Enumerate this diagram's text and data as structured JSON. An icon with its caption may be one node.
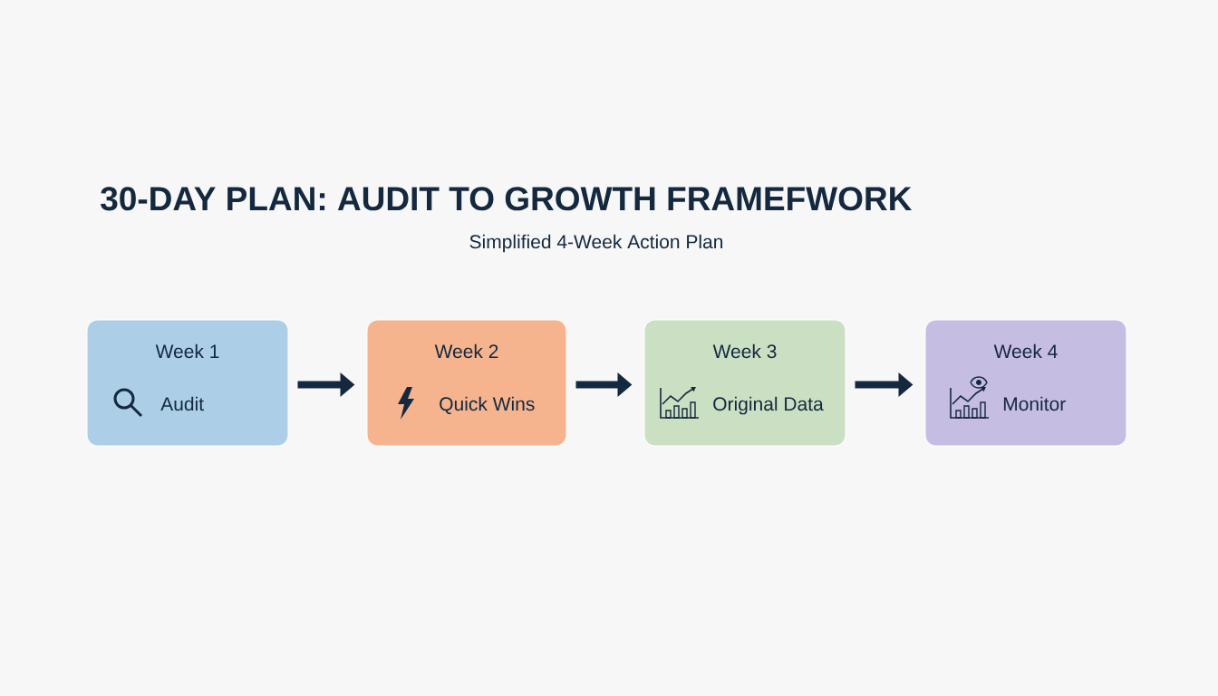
{
  "diagram": {
    "title": "30-DAY PLAN: AUDIT TO GROWTH FRAMEFWORK",
    "caption": "Simplified 4-Week Action Plan",
    "nodes": [
      {
        "text": [
          "Week 1",
          "Audit"
        ]
      },
      {
        "text": [
          "Week 2",
          "Quick Wins"
        ]
      },
      {
        "text": [
          "Week 3",
          "Original Data"
        ]
      },
      {
        "text": [
          "Week 4",
          "Monitor"
        ]
      }
    ],
    "edges": [
      {
        "from": 0,
        "to": 1,
        "arrow": "to"
      },
      {
        "from": 1,
        "to": 2,
        "arrow": "to"
      },
      {
        "from": 2,
        "to": 3,
        "arrow": "to"
      }
    ]
  }
}
